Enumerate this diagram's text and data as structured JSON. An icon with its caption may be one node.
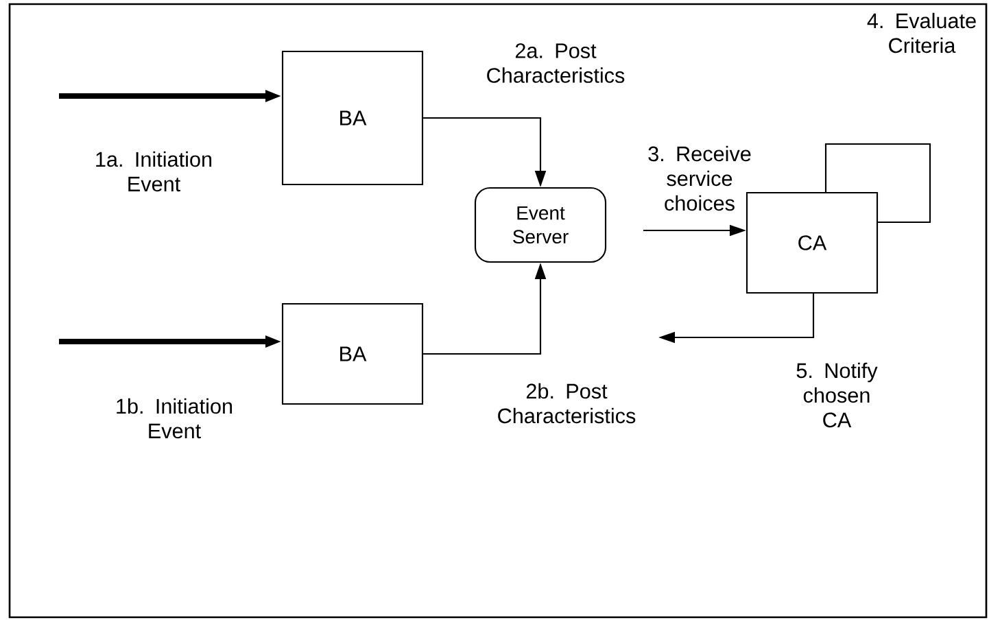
{
  "diagram": {
    "nodes": [
      {
        "text": [
          "BA"
        ]
      },
      {
        "text": [
          "Event Server"
        ]
      },
      {
        "text": [
          "BA"
        ]
      },
      {
        "text": [
          "CA"
        ]
      }
    ],
    "edges": [
      {
        "from": null,
        "to": 0,
        "arrow": "to",
        "style": "thick",
        "label": "1a. Initiation Event"
      },
      {
        "from": null,
        "to": 2,
        "arrow": "to",
        "style": "thick",
        "label": "1b. Initiation Event"
      },
      {
        "from": 0,
        "to": 1,
        "arrow": "to",
        "label": "2a. Post Characteristics"
      },
      {
        "from": 2,
        "to": 1,
        "arrow": "to",
        "label": "2b. Post Characteristics"
      },
      {
        "from": null,
        "to": 3,
        "arrow": "to",
        "label": "3. Receive service choices"
      },
      {
        "from": 3,
        "to": 3,
        "arrow": "none",
        "label": "4. Evaluate Criteria"
      },
      {
        "from": 3,
        "to": null,
        "arrow": "to",
        "label": "5. Notify chosen CA"
      }
    ]
  }
}
